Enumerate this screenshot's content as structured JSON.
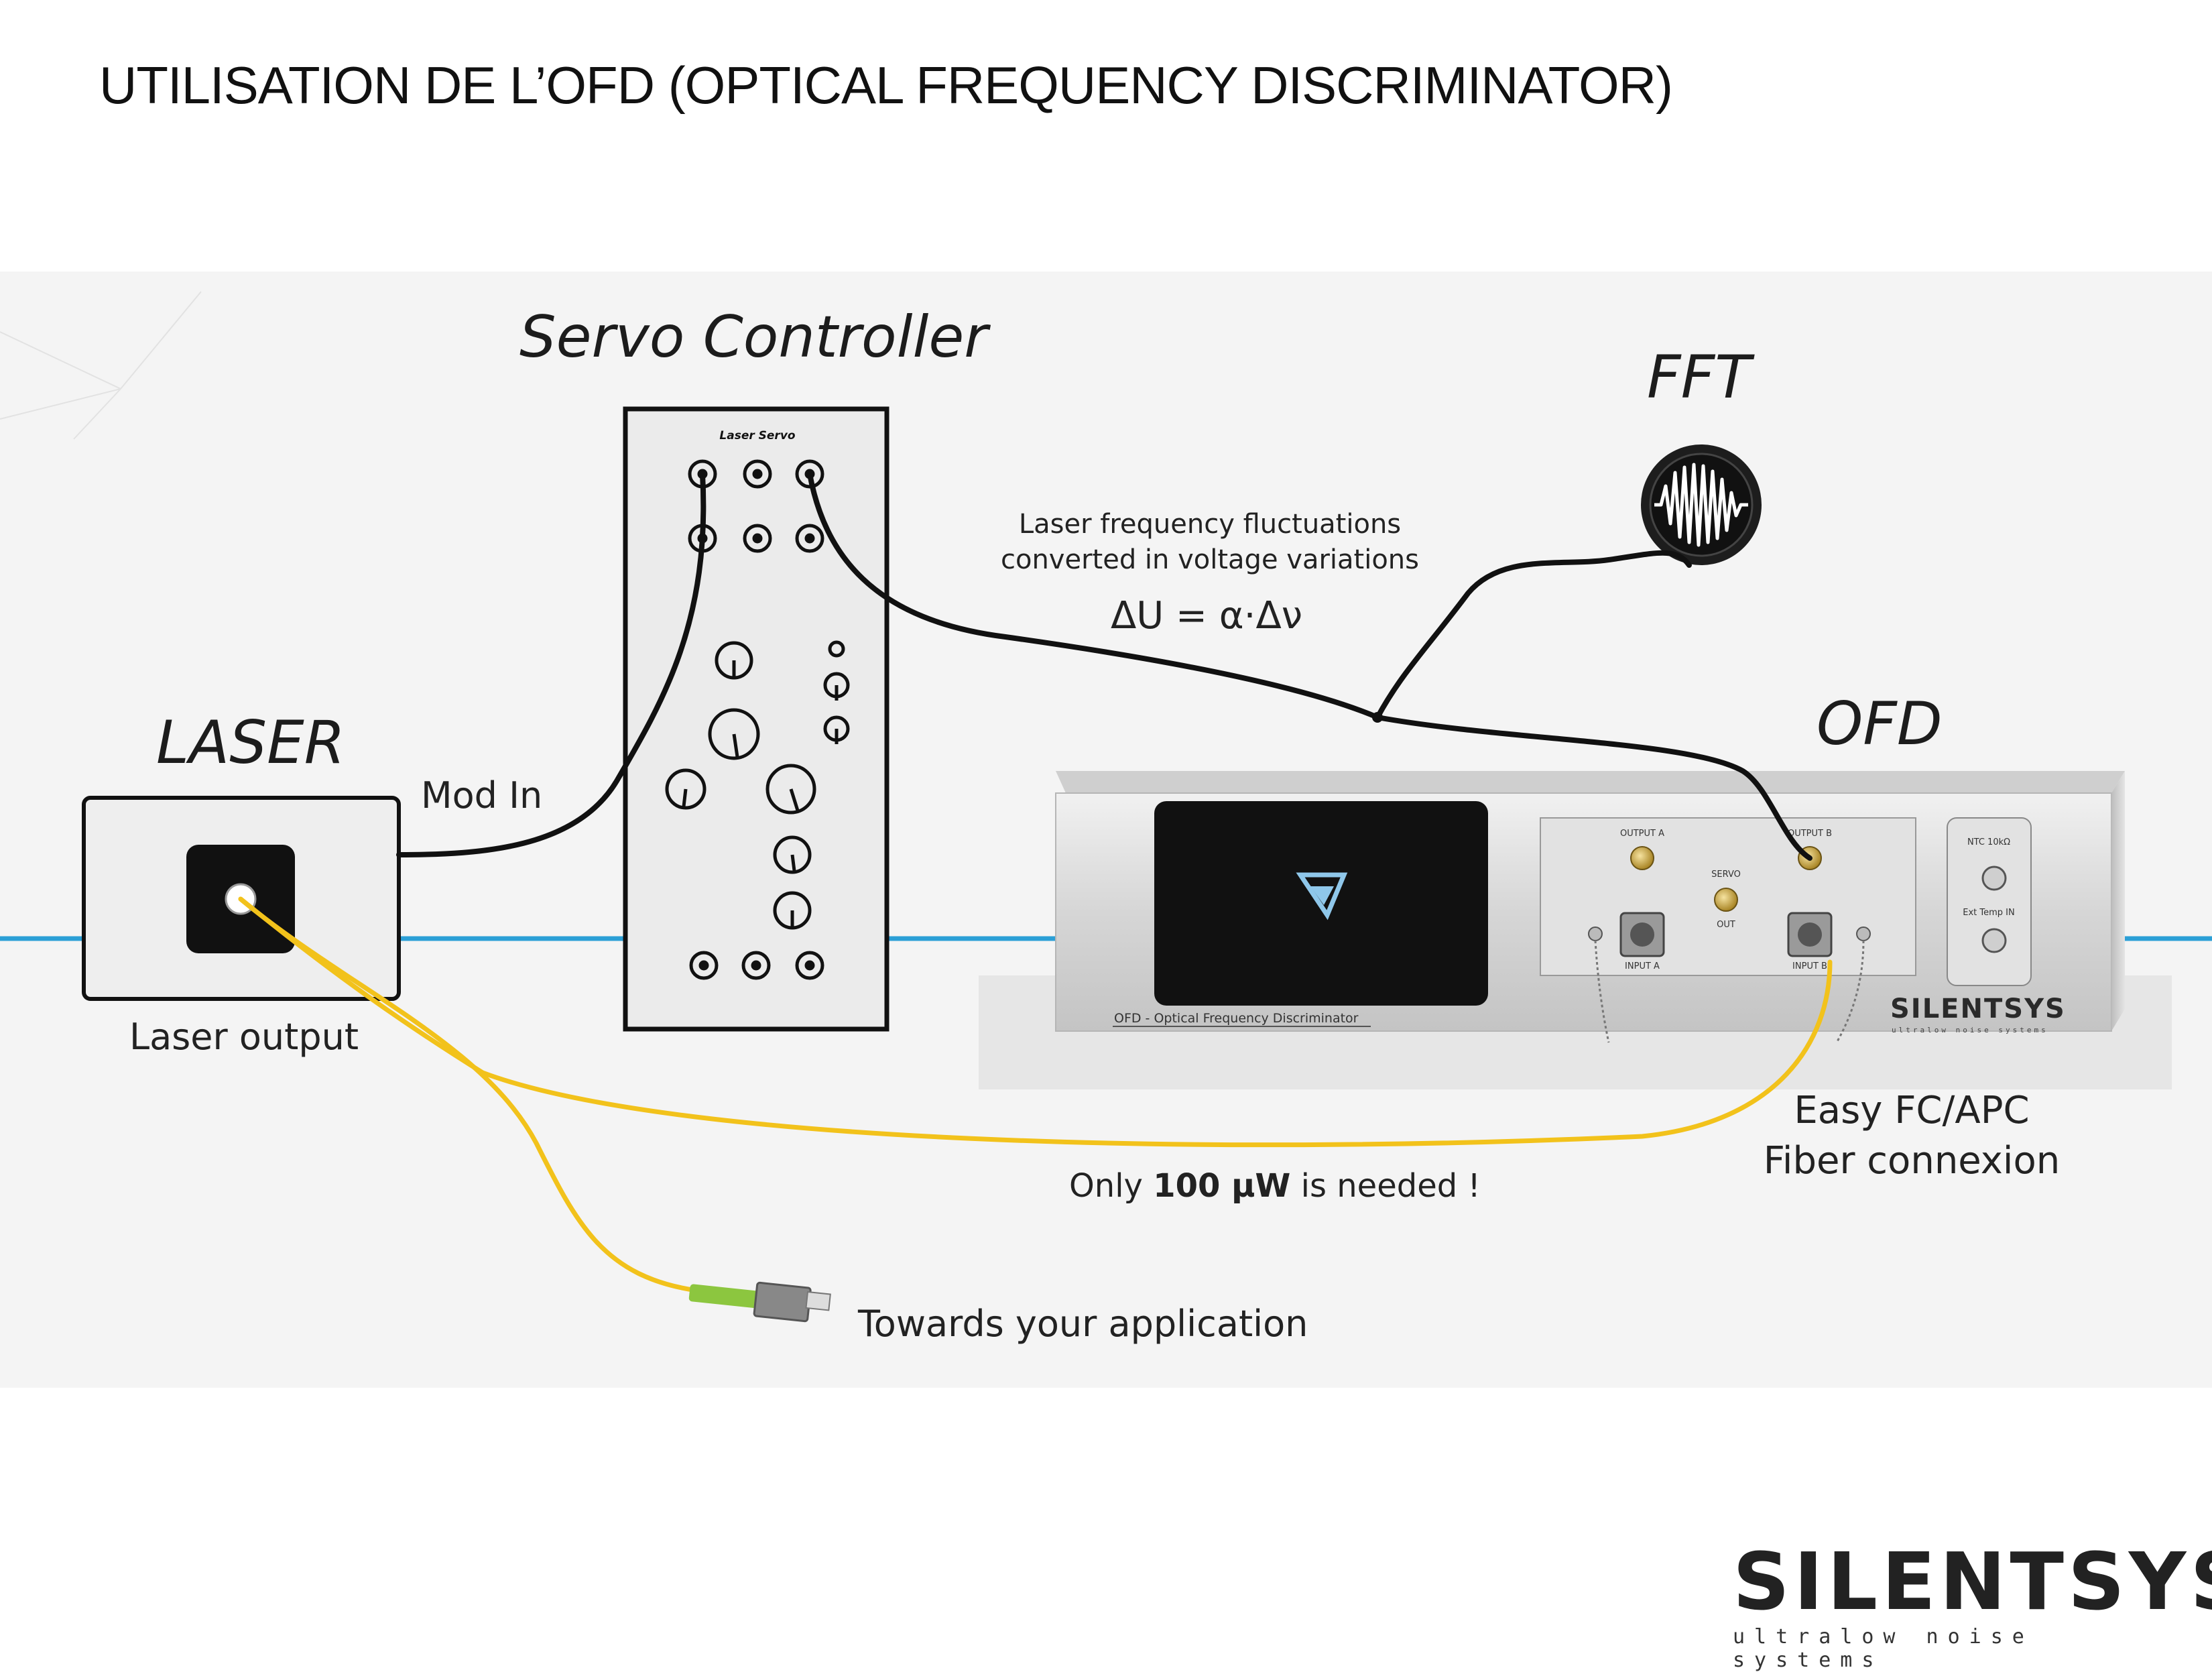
{
  "title": "UTILISATION DE L’OFD (OPTICAL FREQUENCY DISCRIMINATOR)",
  "diagram": {
    "servo_controller_label": "Servo Controller",
    "servo_panel_label": "Laser Servo",
    "fft_label": "FFT",
    "laser_label": "LASER",
    "ofd_label": "OFD",
    "mod_in_label": "Mod In",
    "laser_output_label": "Laser output",
    "fluct_line1": "Laser frequency fluctuations",
    "fluct_line2": "converted in voltage variations",
    "equation": "ΔU = α·Δν",
    "only_prefix": "Only ",
    "only_value": "100 µW",
    "only_suffix": " is needed !",
    "fc_apc_line1": "Easy FC/APC",
    "fc_apc_line2": "Fiber connexion",
    "towards_label": "Towards your application",
    "ofd_device": {
      "output_a": "OUTPUT A",
      "output_b": "OUTPUT B",
      "servo": "SERVO",
      "out": "OUT",
      "input_a": "INPUT A",
      "input_b": "INPUT B",
      "ntc": "NTC 10kΩ",
      "ext_temp": "Ext Temp IN",
      "caption": "OFD - Optical Frequency Discriminator",
      "brand": "SILENTSYS",
      "brand_tag": "ultralow noise systems"
    }
  },
  "logo": {
    "name": "SILENTSYS",
    "tagline": "ultralow noise systems"
  },
  "colors": {
    "fiber": "#f2c21b",
    "fiber_plug": "#8cc63f",
    "optical_axis": "#2b9fd6",
    "cable": "#111111",
    "panel": "#e8e8e8",
    "ofd_body": "#d8d8d8",
    "ofd_screen": "#111111"
  }
}
